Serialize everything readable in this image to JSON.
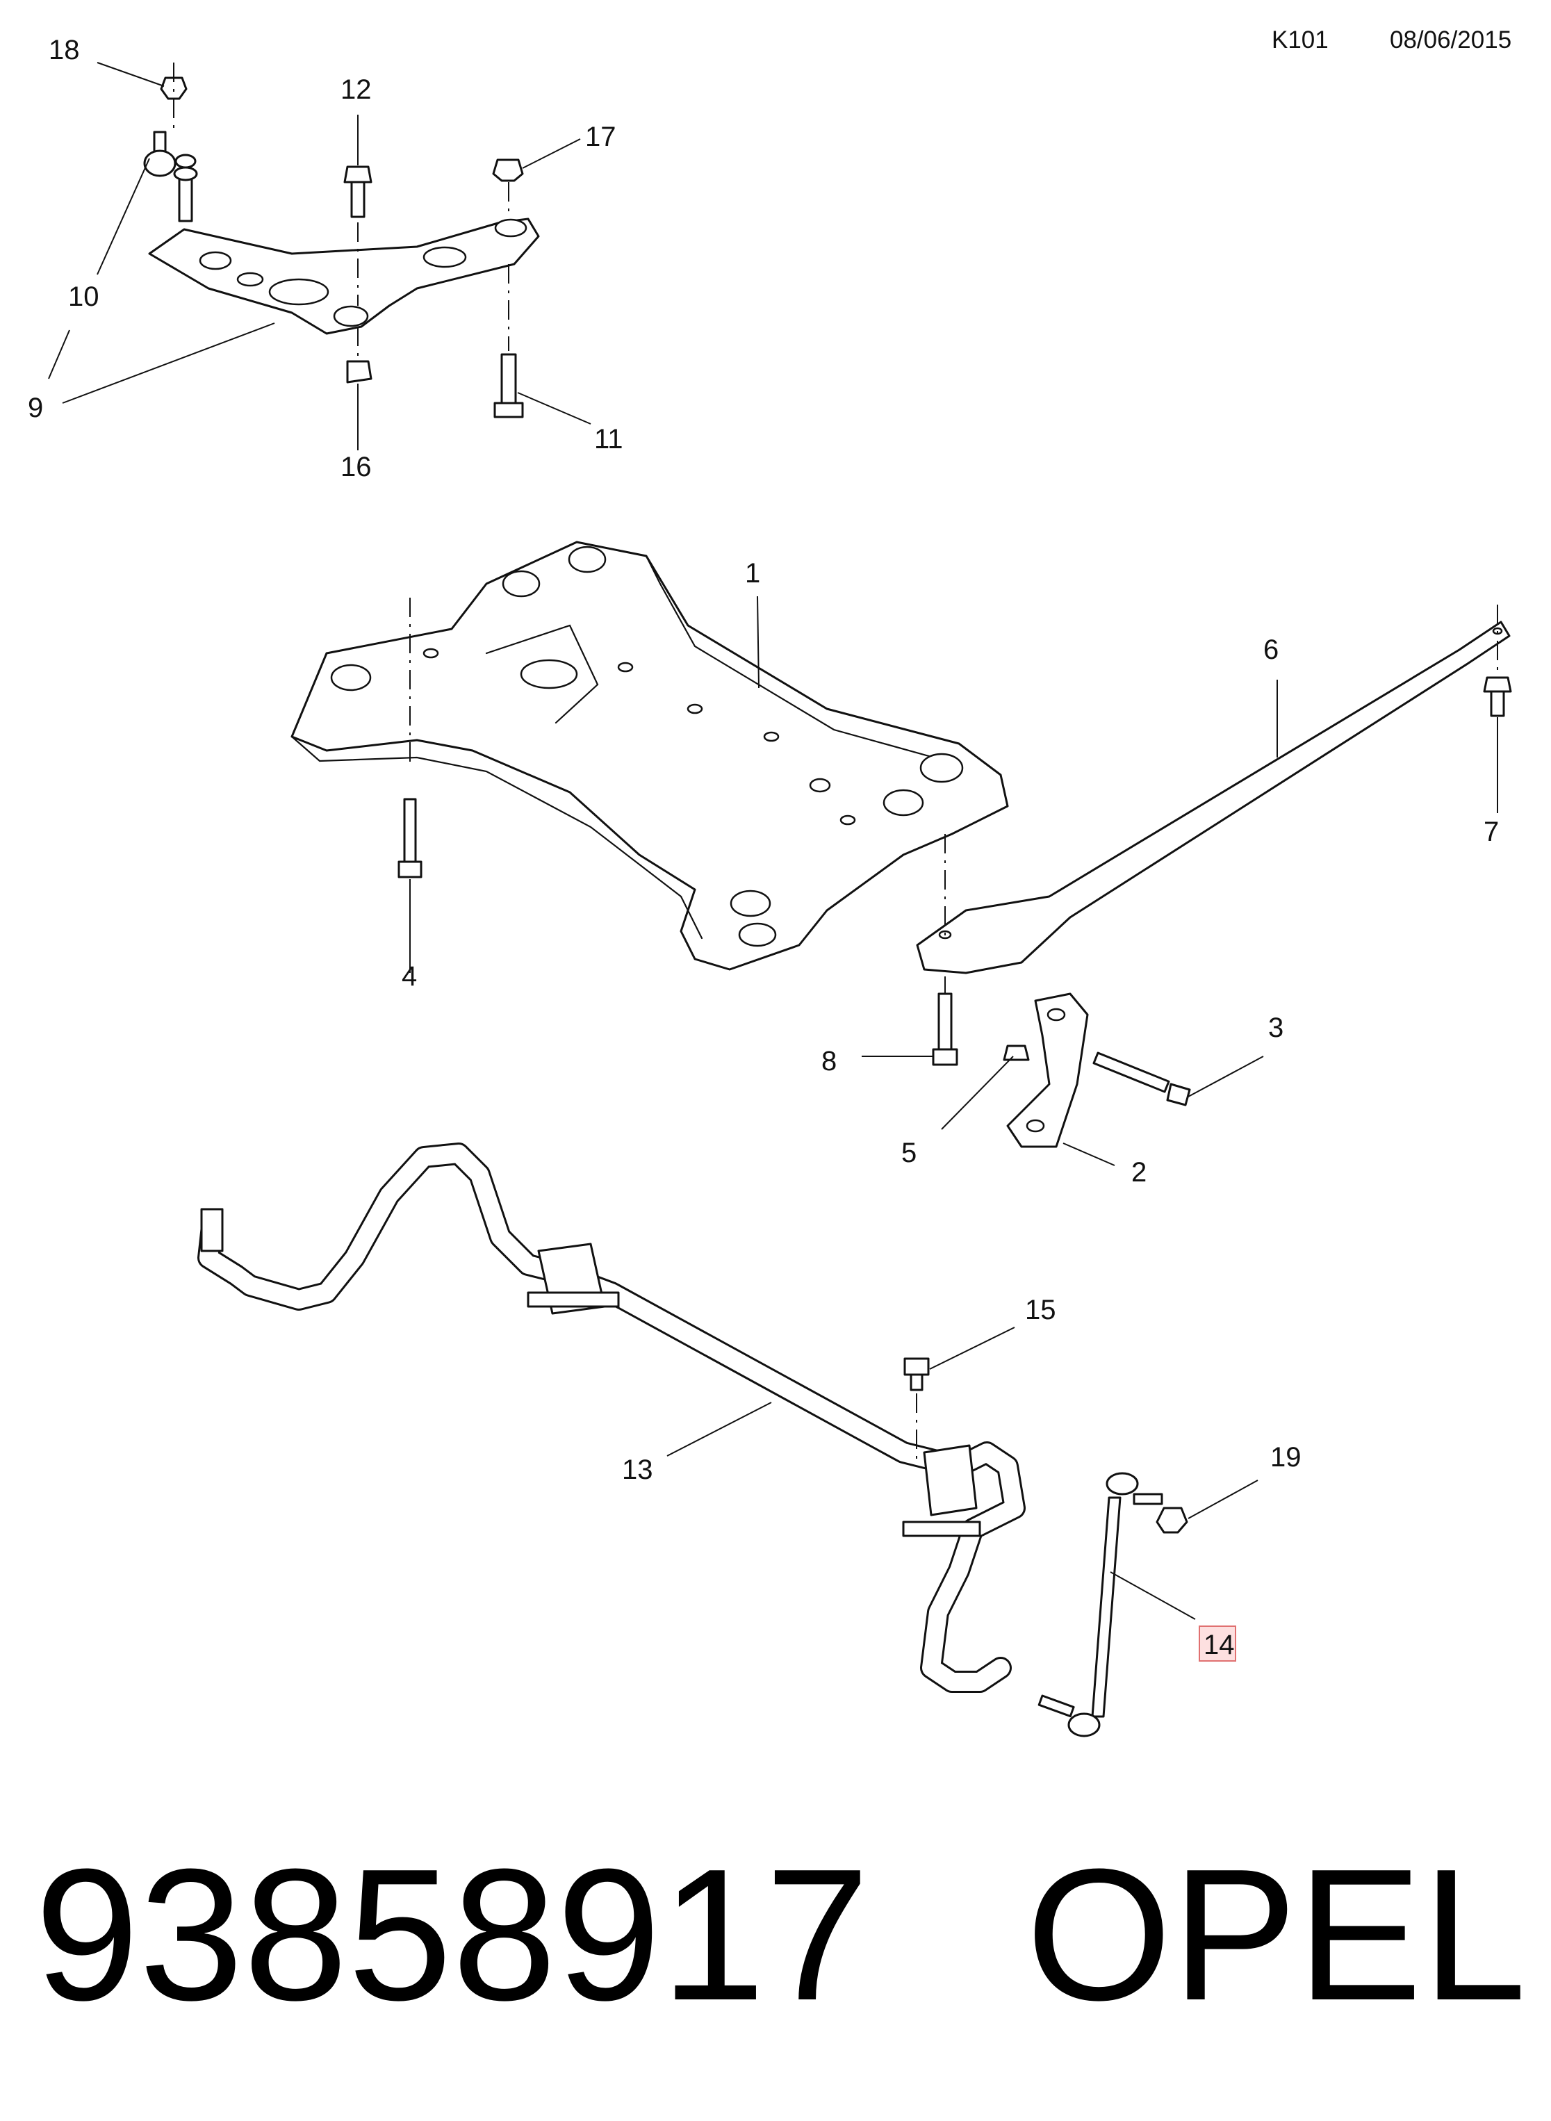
{
  "header": {
    "code": "K101",
    "date": "08/06/2015"
  },
  "callouts": [
    "1",
    "2",
    "3",
    "4",
    "5",
    "6",
    "7",
    "8",
    "9",
    "10",
    "11",
    "12",
    "13",
    "14",
    "15",
    "16",
    "17",
    "18",
    "19"
  ],
  "highlighted_callout": "14",
  "footer": {
    "part_number": "93858917",
    "brand": "OPEL"
  },
  "colors": {
    "line": "#111111",
    "highlight_fill": "#fde0e0",
    "highlight_border": "#e07070"
  }
}
